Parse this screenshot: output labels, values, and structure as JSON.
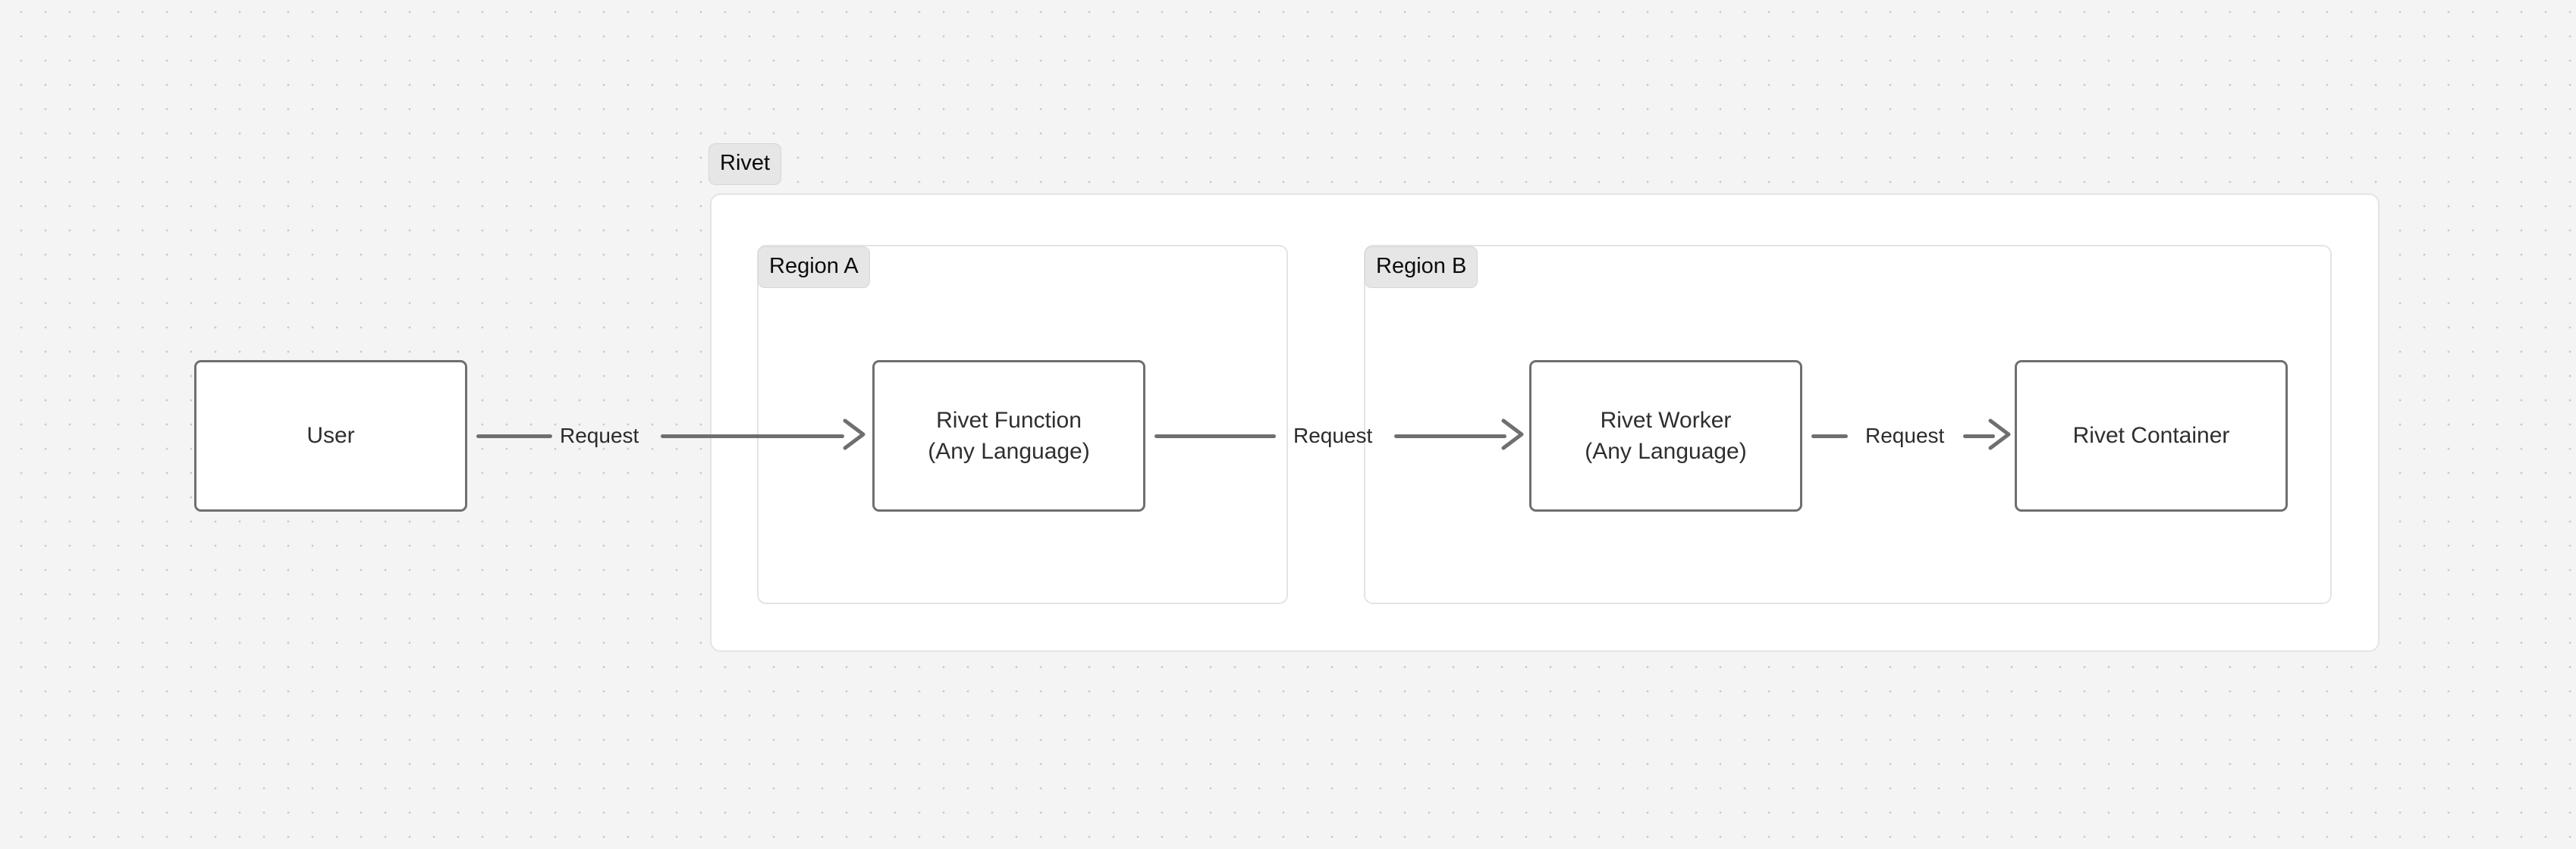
{
  "canvas": {
    "background_color": "#f4f4f4",
    "dot_color": "#c9c9c9",
    "surface_color": "#ffffff",
    "group_border_color": "#e4e4e4",
    "node_border_color": "#6f6f6f",
    "edge_color": "#6f6f6f",
    "badge_background_color": "#e6e6e6",
    "badge_border_color": "#d6d6d6",
    "text_color": "#2f2f2f"
  },
  "groups": {
    "rivet": {
      "label": "Rivet"
    },
    "region_a": {
      "label": "Region A"
    },
    "region_b": {
      "label": "Region B"
    }
  },
  "nodes": {
    "user": {
      "label": "User"
    },
    "rivet_function": {
      "line1": "Rivet Function",
      "line2": "(Any Language)"
    },
    "rivet_worker": {
      "line1": "Rivet Worker",
      "line2": "(Any Language)"
    },
    "rivet_container": {
      "label": "Rivet Container"
    }
  },
  "edges": [
    {
      "from": "user",
      "to": "rivet_function",
      "label": "Request"
    },
    {
      "from": "rivet_function",
      "to": "rivet_worker",
      "label": "Request"
    },
    {
      "from": "rivet_worker",
      "to": "rivet_container",
      "label": "Request"
    }
  ]
}
